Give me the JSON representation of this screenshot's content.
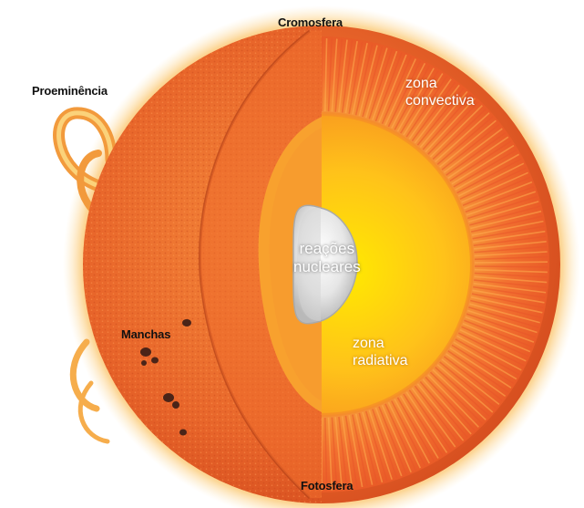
{
  "labels": {
    "chromosphere": "Cromosfera",
    "prominence": "Proeminência",
    "convective_1": "zona",
    "convective_2": "convectiva",
    "nuclear_1": "reações",
    "nuclear_2": "nucleares",
    "spots": "Manchas",
    "radiative_1": "zona",
    "radiative_2": "radiativa",
    "photosphere": "Fotosfera"
  },
  "colors": {
    "background": "#ffffff",
    "glow": "#f9b84a",
    "surface": "#e9662a",
    "convective": "#f06a2a",
    "radiative": "#ffb020",
    "radiative_bright": "#ffe000",
    "core": "#dcdcdc",
    "spots": "#4a2418",
    "label_dark": "#111111",
    "label_light": "#ffffff"
  },
  "icons": {
    "sun": "sun-cutaway-icon",
    "prominence": "prominence-loop-icon",
    "spots": "sunspot-icon"
  }
}
